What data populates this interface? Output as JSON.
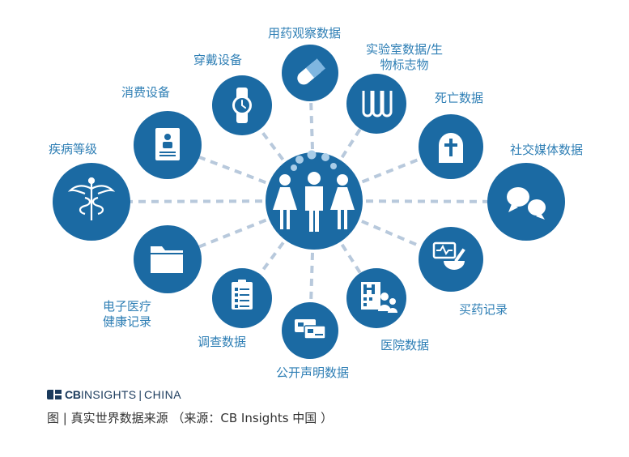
{
  "colors": {
    "node": "#1b6aa3",
    "connector": "#b8c9dc",
    "label": "#2f7fb5",
    "icon": "#ffffff"
  },
  "center": {
    "icon": "people-icon"
  },
  "nodes": [
    {
      "id": "drug-observation",
      "label": "用药观察数据",
      "icon": "pill-icon"
    },
    {
      "id": "lab-bio",
      "label_lines": [
        "实验室数据/生",
        "物标志物"
      ],
      "icon": "test-tubes-icon"
    },
    {
      "id": "death",
      "label": "死亡数据",
      "icon": "tombstone-icon"
    },
    {
      "id": "social-media",
      "label": "社交媒体数据",
      "icon": "chat-bubbles-icon"
    },
    {
      "id": "pharmacy",
      "label": "买药记录",
      "icon": "mortar-pestle-icon"
    },
    {
      "id": "hospital",
      "label": "医院数据",
      "icon": "hospital-icon"
    },
    {
      "id": "public-statement",
      "label": "公开声明数据",
      "icon": "cards-icon"
    },
    {
      "id": "survey",
      "label": "调查数据",
      "icon": "checklist-icon"
    },
    {
      "id": "ehr",
      "label_lines": [
        "电子医疗",
        "健康记录"
      ],
      "icon": "folder-icon"
    },
    {
      "id": "disease-grade",
      "label": "疾病等级",
      "icon": "caduceus-icon"
    },
    {
      "id": "consumer-device",
      "label": "消费设备",
      "icon": "id-document-icon"
    },
    {
      "id": "wearable",
      "label": "穿戴设备",
      "icon": "watch-icon"
    }
  ],
  "brand": {
    "cb": "CB",
    "insights": "INSIGHTS",
    "separator": "|",
    "china": "CHINA"
  },
  "caption": "图 | 真实世界数据来源 （来源：CB Insights 中国 ）"
}
